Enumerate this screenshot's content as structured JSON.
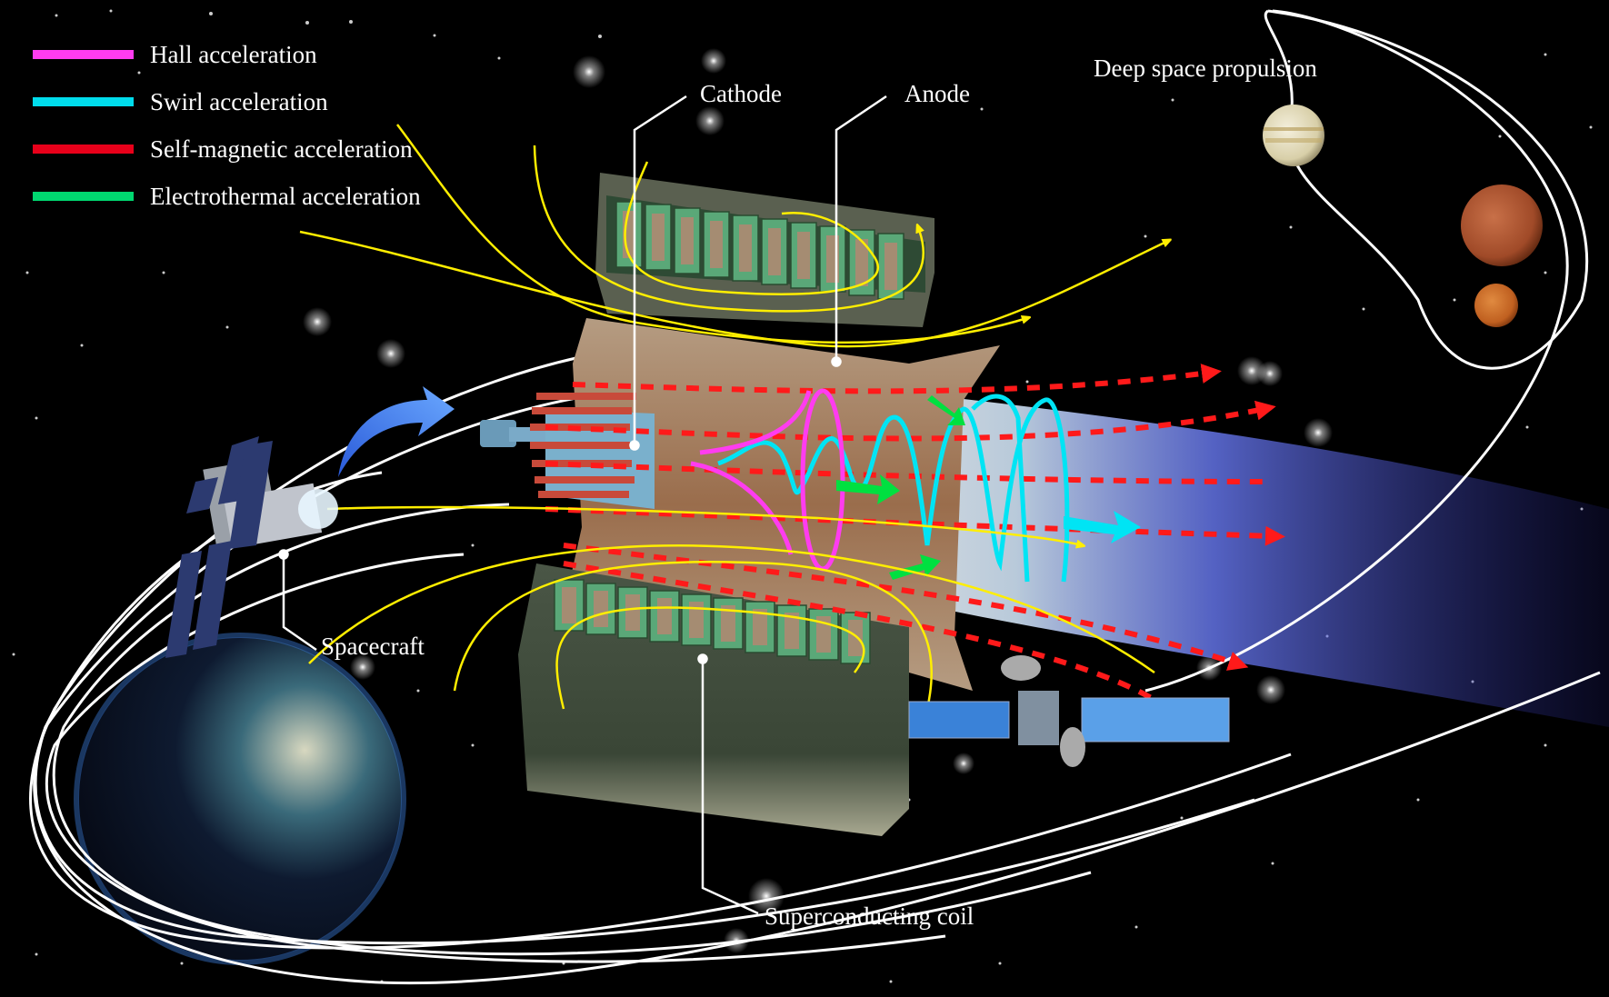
{
  "legend": {
    "items": [
      {
        "label": "Hall acceleration",
        "color": "#ff3cf0",
        "icon": "magenta-line-icon"
      },
      {
        "label": "Swirl acceleration",
        "color": "#00dcec",
        "icon": "cyan-line-icon"
      },
      {
        "label": "Self-magnetic acceleration",
        "color": "#e8001a",
        "icon": "red-line-icon"
      },
      {
        "label": "Electrothermal acceleration",
        "color": "#00d870",
        "icon": "green-line-icon"
      }
    ]
  },
  "labels": {
    "cathode": "Cathode",
    "anode": "Anode",
    "deep_space": "Deep space propulsion",
    "spacecraft": "Spacecraft",
    "coil": "Superconducting coil"
  },
  "colors": {
    "background": "#000000",
    "field_lines": "#ffee00",
    "orbit": "#ffffff",
    "plume": "#4a5cf0",
    "anode_body": "#a58c72",
    "coil_housing": "#3a4a38",
    "coil_cell": "#5aa878",
    "arrow_blue": "#3b82f0"
  },
  "scene": {
    "planets": [
      "Jupiter",
      "Mars",
      "Venus"
    ],
    "objects": [
      "Earth",
      "Spacecraft",
      "Satellite",
      "Thruster"
    ]
  }
}
